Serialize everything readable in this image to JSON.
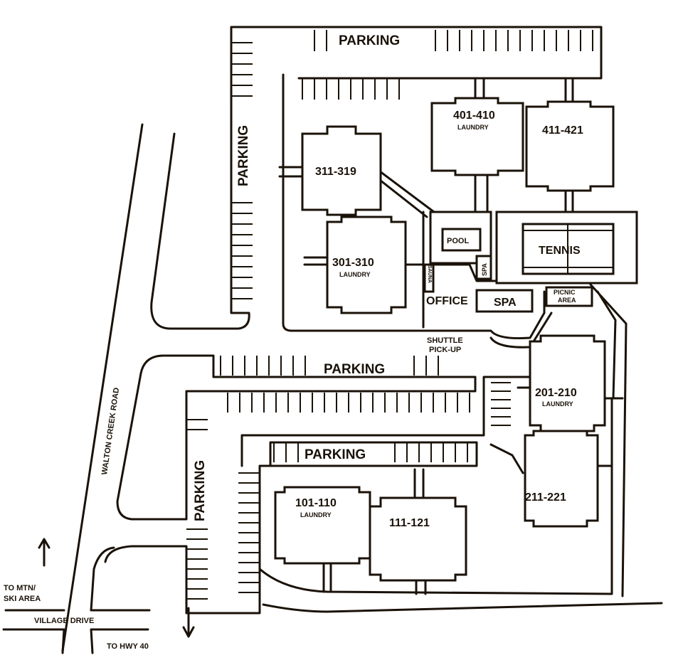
{
  "map": {
    "parking_labels": [
      "PARKING",
      "PARKING",
      "PARKING",
      "PARKING",
      "PARKING"
    ],
    "buildings": {
      "b401": {
        "units": "401-410",
        "sub": "LAUNDRY"
      },
      "b411": {
        "units": "411-421"
      },
      "b311": {
        "units": "311-319"
      },
      "b301": {
        "units": "301-310",
        "sub": "LAUNDRY"
      },
      "b201": {
        "units": "201-210",
        "sub": "LAUNDRY"
      },
      "b211": {
        "units": "211-221"
      },
      "b101": {
        "units": "101-110",
        "sub": "LAUNDRY"
      },
      "b111": {
        "units": "111-121"
      }
    },
    "amenities": {
      "pool": "POOL",
      "spa_small": "SPA",
      "sauna": "SAUNA",
      "tennis": "TENNIS",
      "office": "OFFICE",
      "spa": "SPA",
      "picnic_line1": "PICNIC",
      "picnic_line2": "AREA",
      "shuttle_line1": "SHUTTLE",
      "shuttle_line2": "PICK-UP"
    },
    "roads": {
      "walton": "WALTON CREEK ROAD",
      "village": "VILLAGE DRIVE"
    },
    "directions": {
      "mtn_line1": "TO MTN/",
      "mtn_line2": "SKI AREA",
      "hwy": "TO HWY 40"
    },
    "colors": {
      "ink": "#1a1208",
      "paper": "#ffffff"
    }
  }
}
